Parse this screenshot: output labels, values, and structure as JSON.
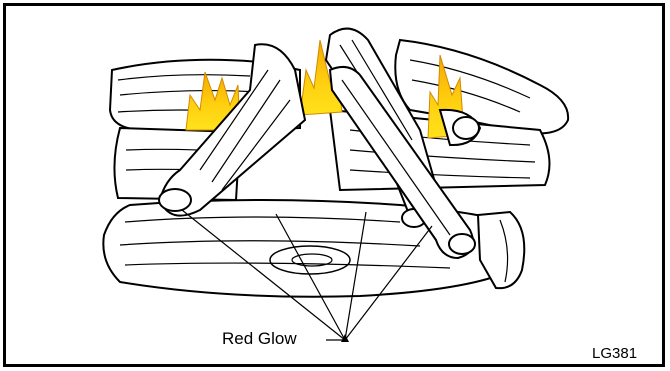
{
  "figure": {
    "callout_label": "Red Glow",
    "figure_code": "LG381"
  },
  "colors": {
    "flame_outer": "#f5a800",
    "flame_inner": "#ffe21a",
    "line": "#000000",
    "background": "#ffffff"
  },
  "parts": [
    "log-set",
    "flames",
    "glow-pointers"
  ]
}
